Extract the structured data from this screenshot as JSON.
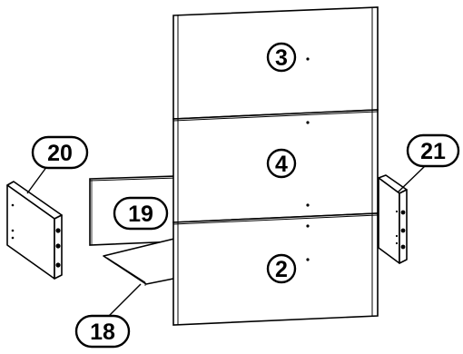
{
  "diagram": {
    "line_color": "#000000",
    "fill_color": "#ffffff",
    "parts": [
      {
        "id": "front-top",
        "label": "3"
      },
      {
        "id": "front-middle",
        "label": "4"
      },
      {
        "id": "front-bottom",
        "label": "2"
      },
      {
        "id": "back-panel",
        "label": "19"
      },
      {
        "id": "drawer-bottom",
        "label": "18"
      },
      {
        "id": "side-left",
        "label": "20"
      },
      {
        "id": "side-right",
        "label": "21"
      }
    ]
  }
}
